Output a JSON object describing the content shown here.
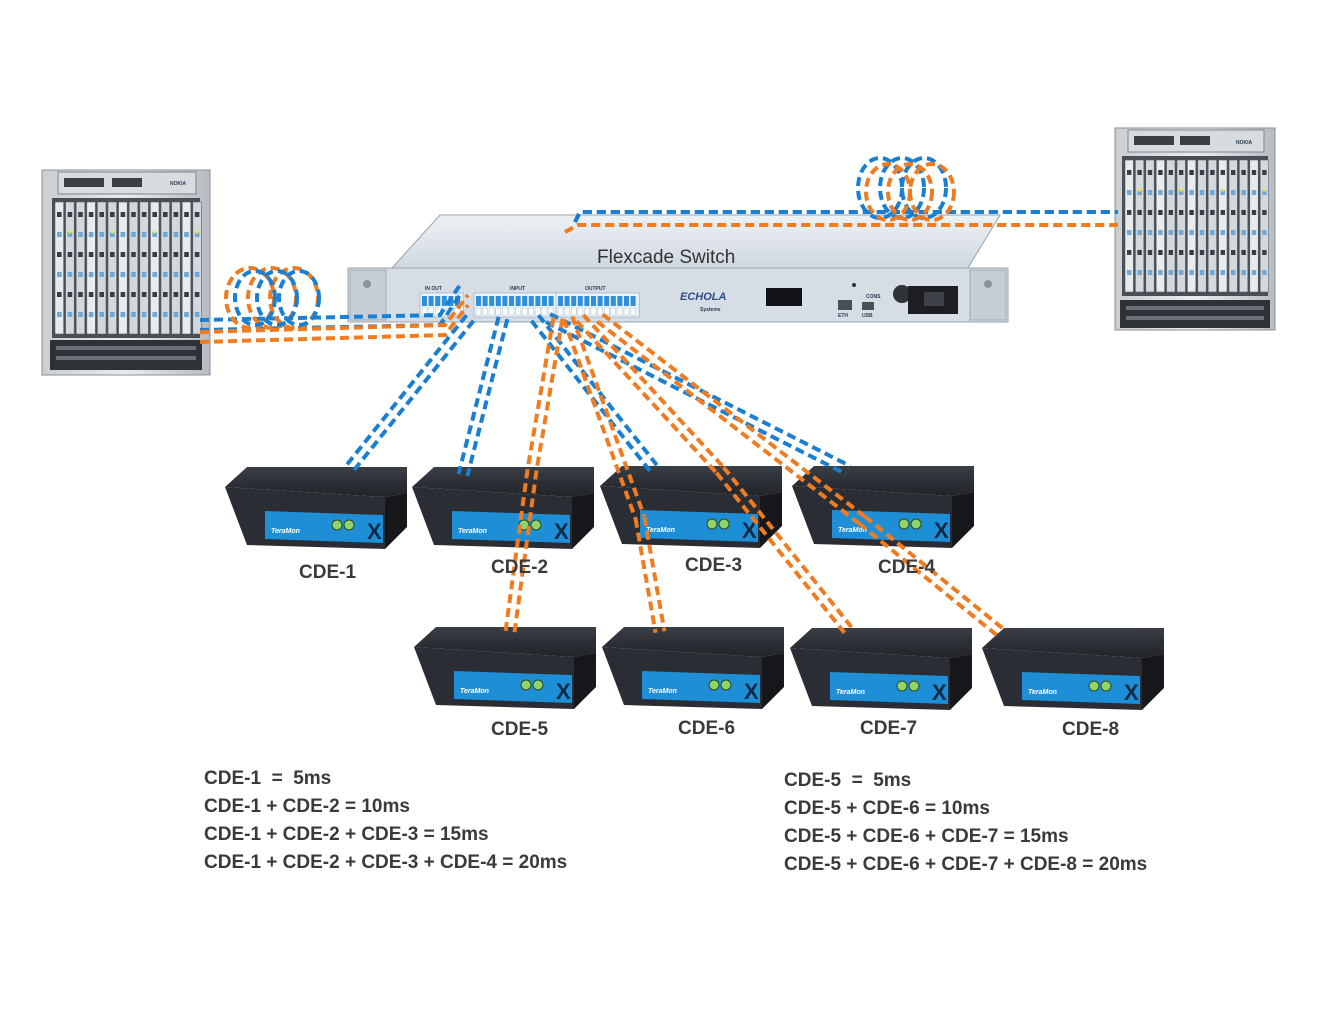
{
  "colors": {
    "blue_link": "#1a7fd0",
    "orange_link": "#f07c22",
    "cde_body": "#2a2d33",
    "cde_face": "#1e8fd6",
    "switch_body": "#dce3ea"
  },
  "switch": {
    "title": "Flexcade Switch",
    "brand": "ECHOLA",
    "brand_sub": "Systems",
    "port_label_inout": "IN OUT",
    "port_label_input": "INPUT",
    "port_label_output": "OUTPUT",
    "port_label_eth": "ETH",
    "port_label_usb": "USB",
    "port_label_cons": "CONS"
  },
  "chassis_left": {
    "vendor": "NOKIA"
  },
  "chassis_right": {
    "vendor": "NOKIA"
  },
  "cde": {
    "brand": "TeraMon",
    "logo": "X",
    "labels": [
      "CDE-1",
      "CDE-2",
      "CDE-3",
      "CDE-4",
      "CDE-5",
      "CDE-6",
      "CDE-7",
      "CDE-8"
    ]
  },
  "formulas_left": [
    "CDE-1  =  5ms",
    "CDE-1 + CDE-2 = 10ms",
    "CDE-1 + CDE-2 + CDE-3 = 15ms",
    "CDE-1 + CDE-2 + CDE-3 + CDE-4 = 20ms"
  ],
  "formulas_right": [
    "CDE-5  =  5ms",
    "CDE-5 + CDE-6 = 10ms",
    "CDE-5 + CDE-6 + CDE-7 = 15ms",
    "CDE-5 + CDE-6 + CDE-7 + CDE-8 = 20ms"
  ]
}
